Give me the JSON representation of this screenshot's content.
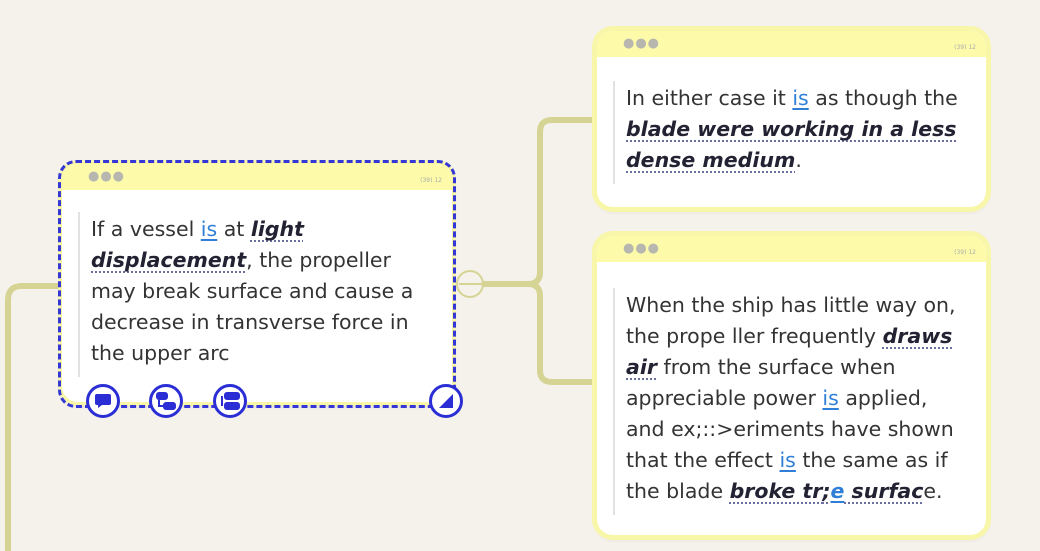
{
  "colors": {
    "canvas_bg": "#f4f2ea",
    "card_header": "#fdfbaa",
    "connector": "#d6d494",
    "selection": "#3437d6",
    "link": "#2f7fd8"
  },
  "cards": {
    "left": {
      "counter": "(39) 12",
      "text": {
        "p1": "If a vessel ",
        "link_is": "is",
        "p2": " at ",
        "kw_light": "light",
        "p3": " ",
        "kw_displacement": "displacement",
        "p4": ", the propeller may break surface and cause a decrease in transverse force in the upper arc"
      }
    },
    "top_right": {
      "counter": "(39) 12",
      "text": {
        "p1": "In either case it ",
        "link_is": "is",
        "p2": " as though the ",
        "kw_blade": "blade were working in a less dense medium",
        "p3": "."
      }
    },
    "bottom_right": {
      "counter": "(39) 12",
      "text": {
        "p1": "When the ship has little way on, the prope ller frequently ",
        "kw_draws": "draws air",
        "p2": " from the surface when appreciable power ",
        "link_is1": "is",
        "p3": " applied, and ex;::>eriments have shown that the effect ",
        "link_is2": "is",
        "p4": " the same as if the blade ",
        "kw_broke": "broke tr",
        "kw_semi": ";",
        "link_e": "e",
        "kw_surfac": " surfac",
        "p5": "e."
      }
    }
  },
  "icons": {
    "card_menu": "ellipsis-dots-icon",
    "comment": "speech-bubble-icon",
    "branch": "branch-nodes-icon",
    "expand": "expand-nodes-icon",
    "resize": "resize-corner-icon"
  }
}
